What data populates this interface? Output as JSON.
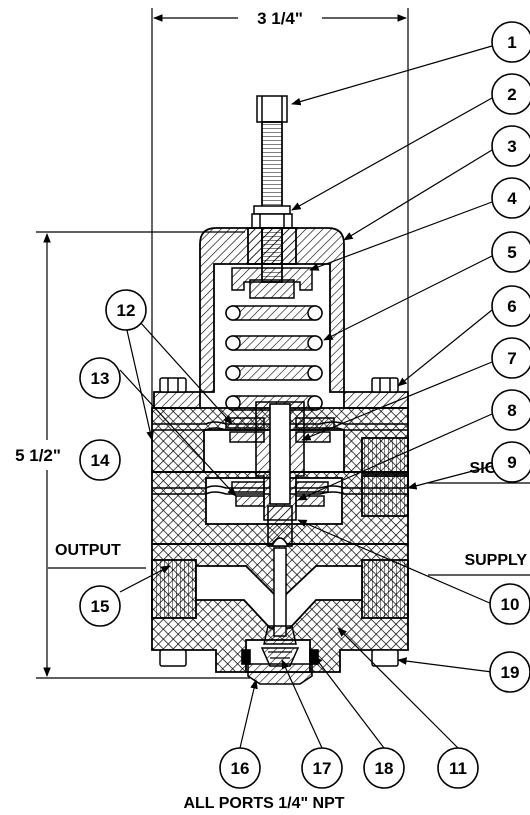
{
  "dimensions": {
    "width_label": "3 1/4\"",
    "height_label": "5 1/2\""
  },
  "ports": {
    "signal": "SIGNAL",
    "supply": "SUPPLY",
    "output": "OUTPUT"
  },
  "callouts": [
    "1",
    "2",
    "3",
    "4",
    "5",
    "6",
    "7",
    "8",
    "9",
    "10",
    "11",
    "12",
    "13",
    "14",
    "15",
    "16",
    "17",
    "18",
    "19"
  ],
  "footer_note": "ALL PORTS 1/4\" NPT",
  "colors": {
    "line": "#000000",
    "background": "#ffffff"
  }
}
